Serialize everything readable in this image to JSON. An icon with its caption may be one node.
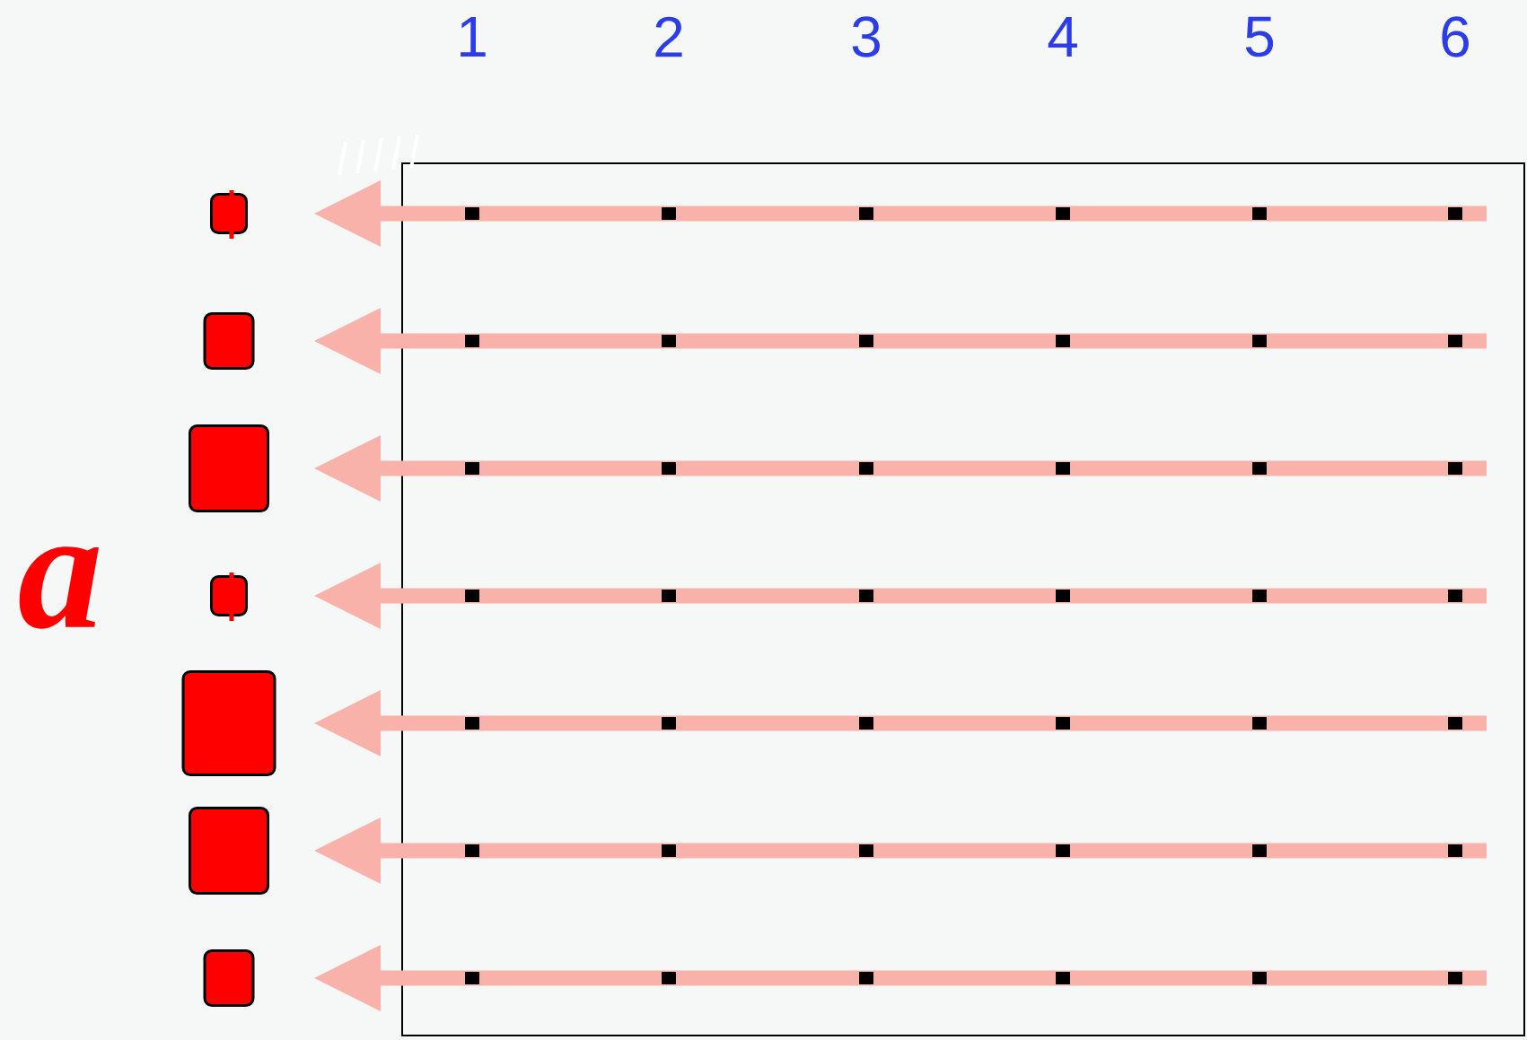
{
  "diagram": {
    "nodes": [
      {
        "text": [],
        "shape": "box"
      },
      {
        "text": [],
        "shape": "box"
      },
      {
        "text": [],
        "shape": "box"
      },
      {
        "text": [],
        "shape": "box"
      },
      {
        "text": [],
        "shape": "box"
      },
      {
        "text": [],
        "shape": "box"
      },
      {
        "text": [],
        "shape": "box"
      }
    ],
    "edges": [
      {
        "from": null,
        "to": 0,
        "arrow": "to"
      },
      {
        "from": null,
        "to": 1,
        "arrow": "to"
      },
      {
        "from": null,
        "to": 2,
        "arrow": "to"
      },
      {
        "from": null,
        "to": 3,
        "arrow": "to"
      },
      {
        "from": null,
        "to": 4,
        "arrow": "to"
      },
      {
        "from": null,
        "to": 5,
        "arrow": "to"
      },
      {
        "from": null,
        "to": 6,
        "arrow": "to"
      }
    ],
    "labels": [
      "1",
      "2",
      "3",
      "4",
      "5",
      "6",
      "a"
    ]
  }
}
